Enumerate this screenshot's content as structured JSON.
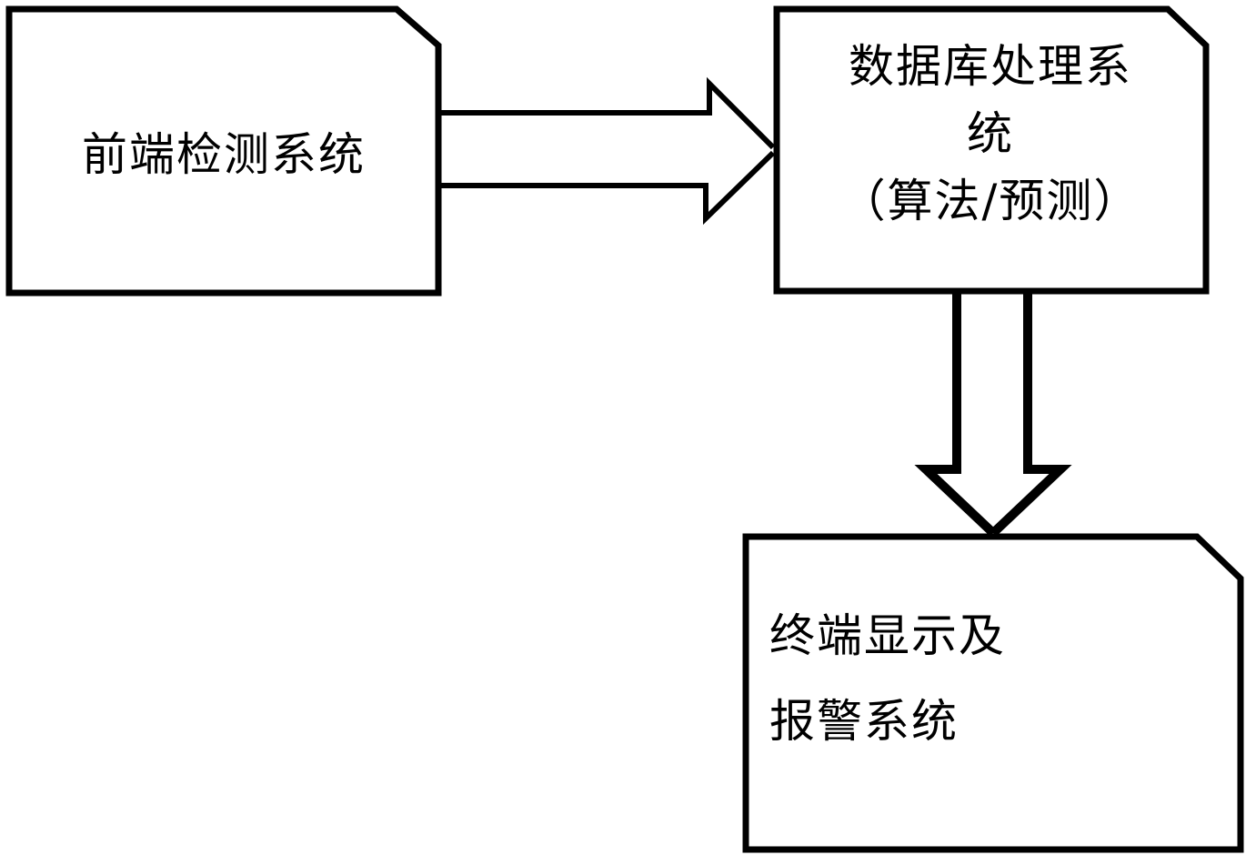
{
  "diagram": {
    "nodes": {
      "front_end": {
        "label": "前端检测系统"
      },
      "database": {
        "lines": [
          "数据库处理系",
          "统",
          "（算法/预测）"
        ]
      },
      "terminal": {
        "lines": [
          "终端显示及",
          "报警系统"
        ]
      }
    },
    "edges": [
      {
        "from": "front_end",
        "to": "database",
        "style": "hollow-block-arrow"
      },
      {
        "from": "database",
        "to": "terminal",
        "style": "hollow-block-arrow"
      }
    ],
    "colors": {
      "stroke": "#000000",
      "fill": "#ffffff"
    }
  }
}
